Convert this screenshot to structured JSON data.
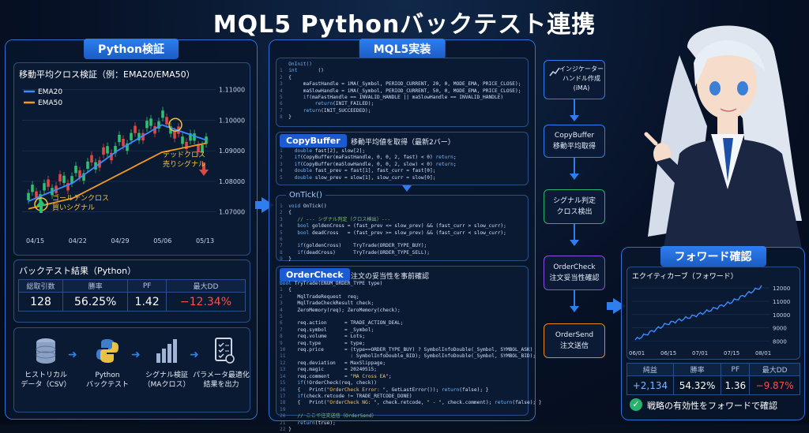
{
  "title": "MQL5 Pythonバックテスト連携",
  "left": {
    "panel_title": "Python検証",
    "chart_title": "移動平均クロス検証（例：EMA20/EMA50）",
    "legend": [
      {
        "name": "EMA20",
        "color": "#3d8bff"
      },
      {
        "name": "EMA50",
        "color": "#f39a1e"
      }
    ],
    "dead_cross": "デッドクロス",
    "sell_signal": "売りシグナル",
    "golden_cross": "ゴールデンクロス",
    "buy_signal": "買いシグナル",
    "y_ticks": [
      "1.11000",
      "1.10000",
      "1.09000",
      "1.08000",
      "1.07000"
    ],
    "x_ticks": [
      "04/15",
      "04/22",
      "04/29",
      "05/06",
      "05/13"
    ],
    "results_title": "バックテスト結果（Python）",
    "results_headers": [
      "総取引数",
      "勝率",
      "PF",
      "最大DD"
    ],
    "results_values": [
      "128",
      "56.25%",
      "1.42",
      "−12.34%"
    ],
    "flow": [
      "ヒストリカル\nデータ（CSV）",
      "Python\nバックテスト",
      "シグナル検証\n（MAクロス）",
      "パラメータ最適化\n結果を出力"
    ]
  },
  "chart_data": [
    {
      "type": "line",
      "title": "移動平均クロス検証（例：EMA20/EMA50）",
      "x": [
        "04/15",
        "04/22",
        "04/29",
        "05/06",
        "05/13"
      ],
      "series": [
        {
          "name": "EMA20",
          "values": [
            1.0735,
            1.0795,
            1.09,
            1.0985,
            1.0935
          ]
        },
        {
          "name": "EMA50",
          "values": [
            1.071,
            1.0745,
            1.082,
            1.0895,
            1.0925
          ]
        }
      ],
      "ylim": [
        1.065,
        1.112
      ]
    },
    {
      "type": "line",
      "title": "エクイティカーブ（フォワード）",
      "x": [
        "06/01",
        "06/15",
        "07/01",
        "07/15",
        "08/01"
      ],
      "series": [
        {
          "name": "",
          "values": [
            8100,
            9300,
            10000,
            10900,
            12100
          ]
        }
      ],
      "ylim": [
        7800,
        12300
      ]
    }
  ],
  "mid": {
    "panel_title": "MQL5実装",
    "copybuffer_tag": "CopyBuffer",
    "copybuffer_note": "移動平均値を取得（最新2バー）",
    "ontick_tag": "OnTick()",
    "ordercheck_tag": "OrderCheck",
    "ordercheck_note": "注文の妥当性を事前確認"
  },
  "right": {
    "flow": [
      {
        "label": "インジケーター\nハンドル作成\n(iMA)",
        "color": "#2e7ef0"
      },
      {
        "label": "CopyBuffer\n移動平均取得",
        "color": "#2e7ef0"
      },
      {
        "label": "シグナル判定\nクロス検出",
        "color": "#27b36b"
      },
      {
        "label": "OrderCheck\n注文妥当性確認",
        "color": "#8a4ee0"
      },
      {
        "label": "OrderSend\n注文送信",
        "color": "#e38b1a"
      }
    ],
    "panel_title": "フォワード確認",
    "chart_title": "エクイティカーブ（フォワード）",
    "y_ticks": [
      "12000",
      "11000",
      "10000",
      "9000",
      "8000"
    ],
    "x_ticks": [
      "06/01",
      "06/15",
      "07/01",
      "07/15",
      "08/01"
    ],
    "results_headers": [
      "純益",
      "勝率",
      "PF",
      "最大DD"
    ],
    "results_values": [
      "+2,134",
      "54.32%",
      "1.36",
      "−9.87%"
    ],
    "conclusion": "戦略の有効性をフォワードで確認"
  }
}
